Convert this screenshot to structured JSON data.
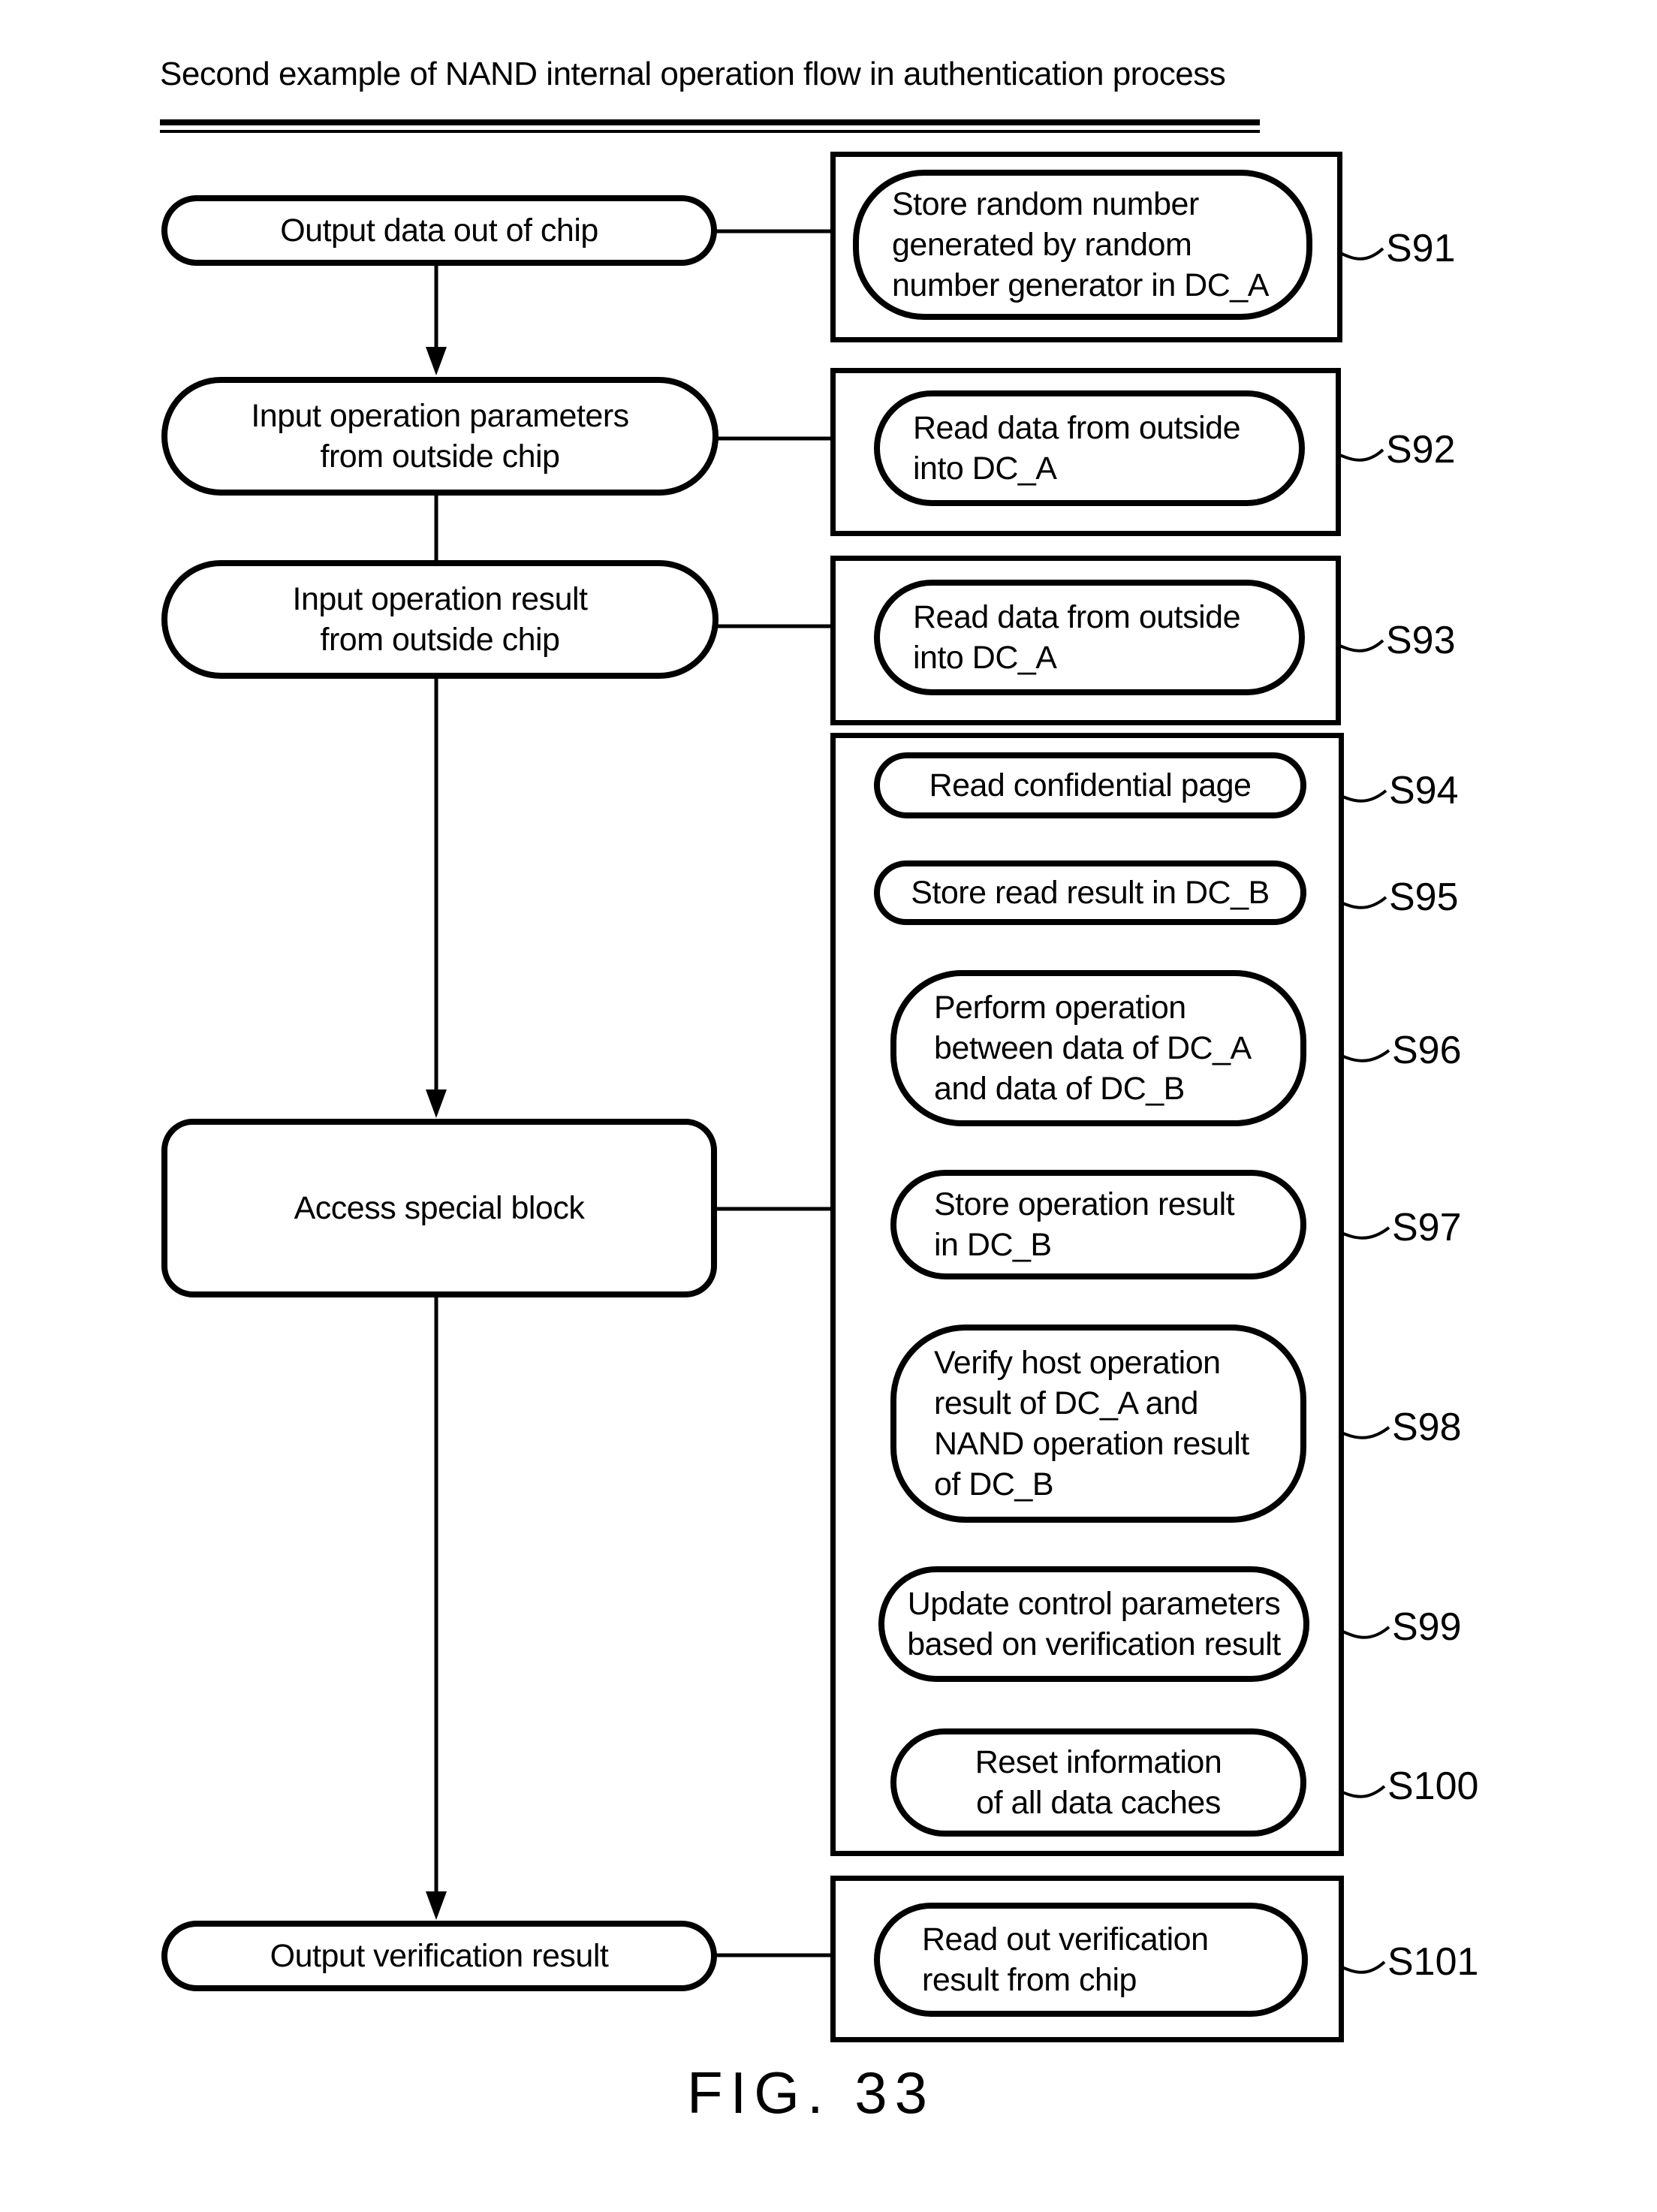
{
  "title": "Second example of NAND internal operation flow in authentication process",
  "figure_label": "FIG. 33",
  "colors": {
    "ink": "#000000",
    "paper": "#ffffff"
  },
  "left_nodes": [
    {
      "id": "output-data",
      "text": "Output data out of chip"
    },
    {
      "id": "input-params",
      "text": "Input operation parameters\nfrom outside chip"
    },
    {
      "id": "input-result",
      "text": "Input operation result\nfrom outside chip"
    },
    {
      "id": "access-block",
      "text": "Access special block"
    },
    {
      "id": "output-verification",
      "text": "Output verification result"
    }
  ],
  "right_nodes": [
    {
      "step": "S91",
      "text": "Store random number\ngenerated by random\nnumber generator in DC_A"
    },
    {
      "step": "S92",
      "text": "Read data from outside\ninto DC_A"
    },
    {
      "step": "S93",
      "text": "Read data from outside\ninto DC_A"
    },
    {
      "step": "S94",
      "text": "Read confidential page"
    },
    {
      "step": "S95",
      "text": "Store read result in DC_B"
    },
    {
      "step": "S96",
      "text": "Perform operation\nbetween data of DC_A\nand data of DC_B"
    },
    {
      "step": "S97",
      "text": "Store operation result\nin DC_B"
    },
    {
      "step": "S98",
      "text": "Verify host operation\nresult of DC_A and\nNAND operation result\nof DC_B"
    },
    {
      "step": "S99",
      "text": "Update control parameters\nbased on verification result"
    },
    {
      "step": "S100",
      "text": "Reset information\nof all data caches"
    },
    {
      "step": "S101",
      "text": "Read out verification\nresult from chip"
    }
  ]
}
